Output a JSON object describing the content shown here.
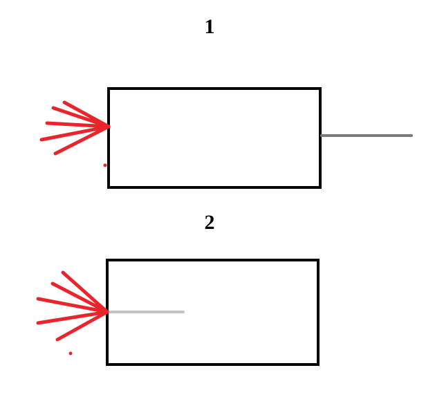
{
  "panels": [
    {
      "label": "1",
      "lead": "outside-right"
    },
    {
      "label": "2",
      "lead": "inside-left"
    }
  ],
  "colors": {
    "outline": "#000000",
    "rays": "#e8242c",
    "lead_dark": "#7b7b7b",
    "lead_light": "#c3c3c3"
  }
}
